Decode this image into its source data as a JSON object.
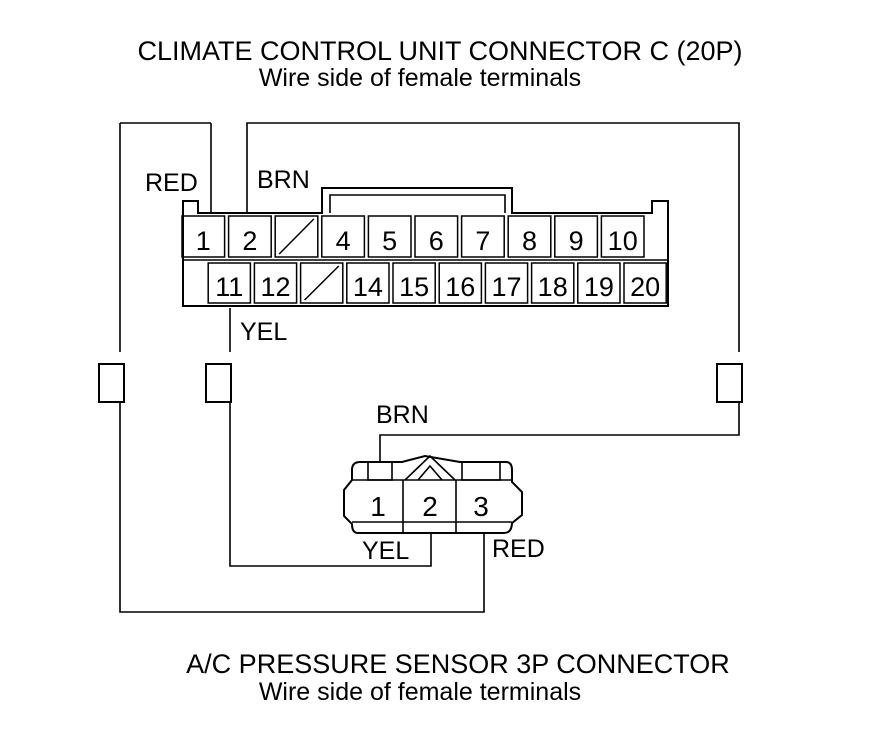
{
  "top_connector": {
    "title": "CLIMATE CONTROL UNIT CONNECTOR C (20P)",
    "subtitle": "Wire side of female terminals",
    "top_row": [
      "1",
      "2",
      "",
      "4",
      "5",
      "6",
      "7",
      "8",
      "9",
      "10"
    ],
    "bottom_row": [
      "",
      "11",
      "12",
      "",
      "14",
      "15",
      "16",
      "17",
      "18",
      "19",
      "20"
    ]
  },
  "bottom_connector": {
    "title": "A/C PRESSURE SENSOR 3P CONNECTOR",
    "subtitle": "Wire side of female terminals",
    "pins": [
      "1",
      "2",
      "3"
    ]
  },
  "wires": {
    "red_top": "RED",
    "brn_top": "BRN",
    "yel_top": "YEL",
    "brn_bottom": "BRN",
    "yel_bottom": "YEL",
    "red_bottom": "RED"
  }
}
